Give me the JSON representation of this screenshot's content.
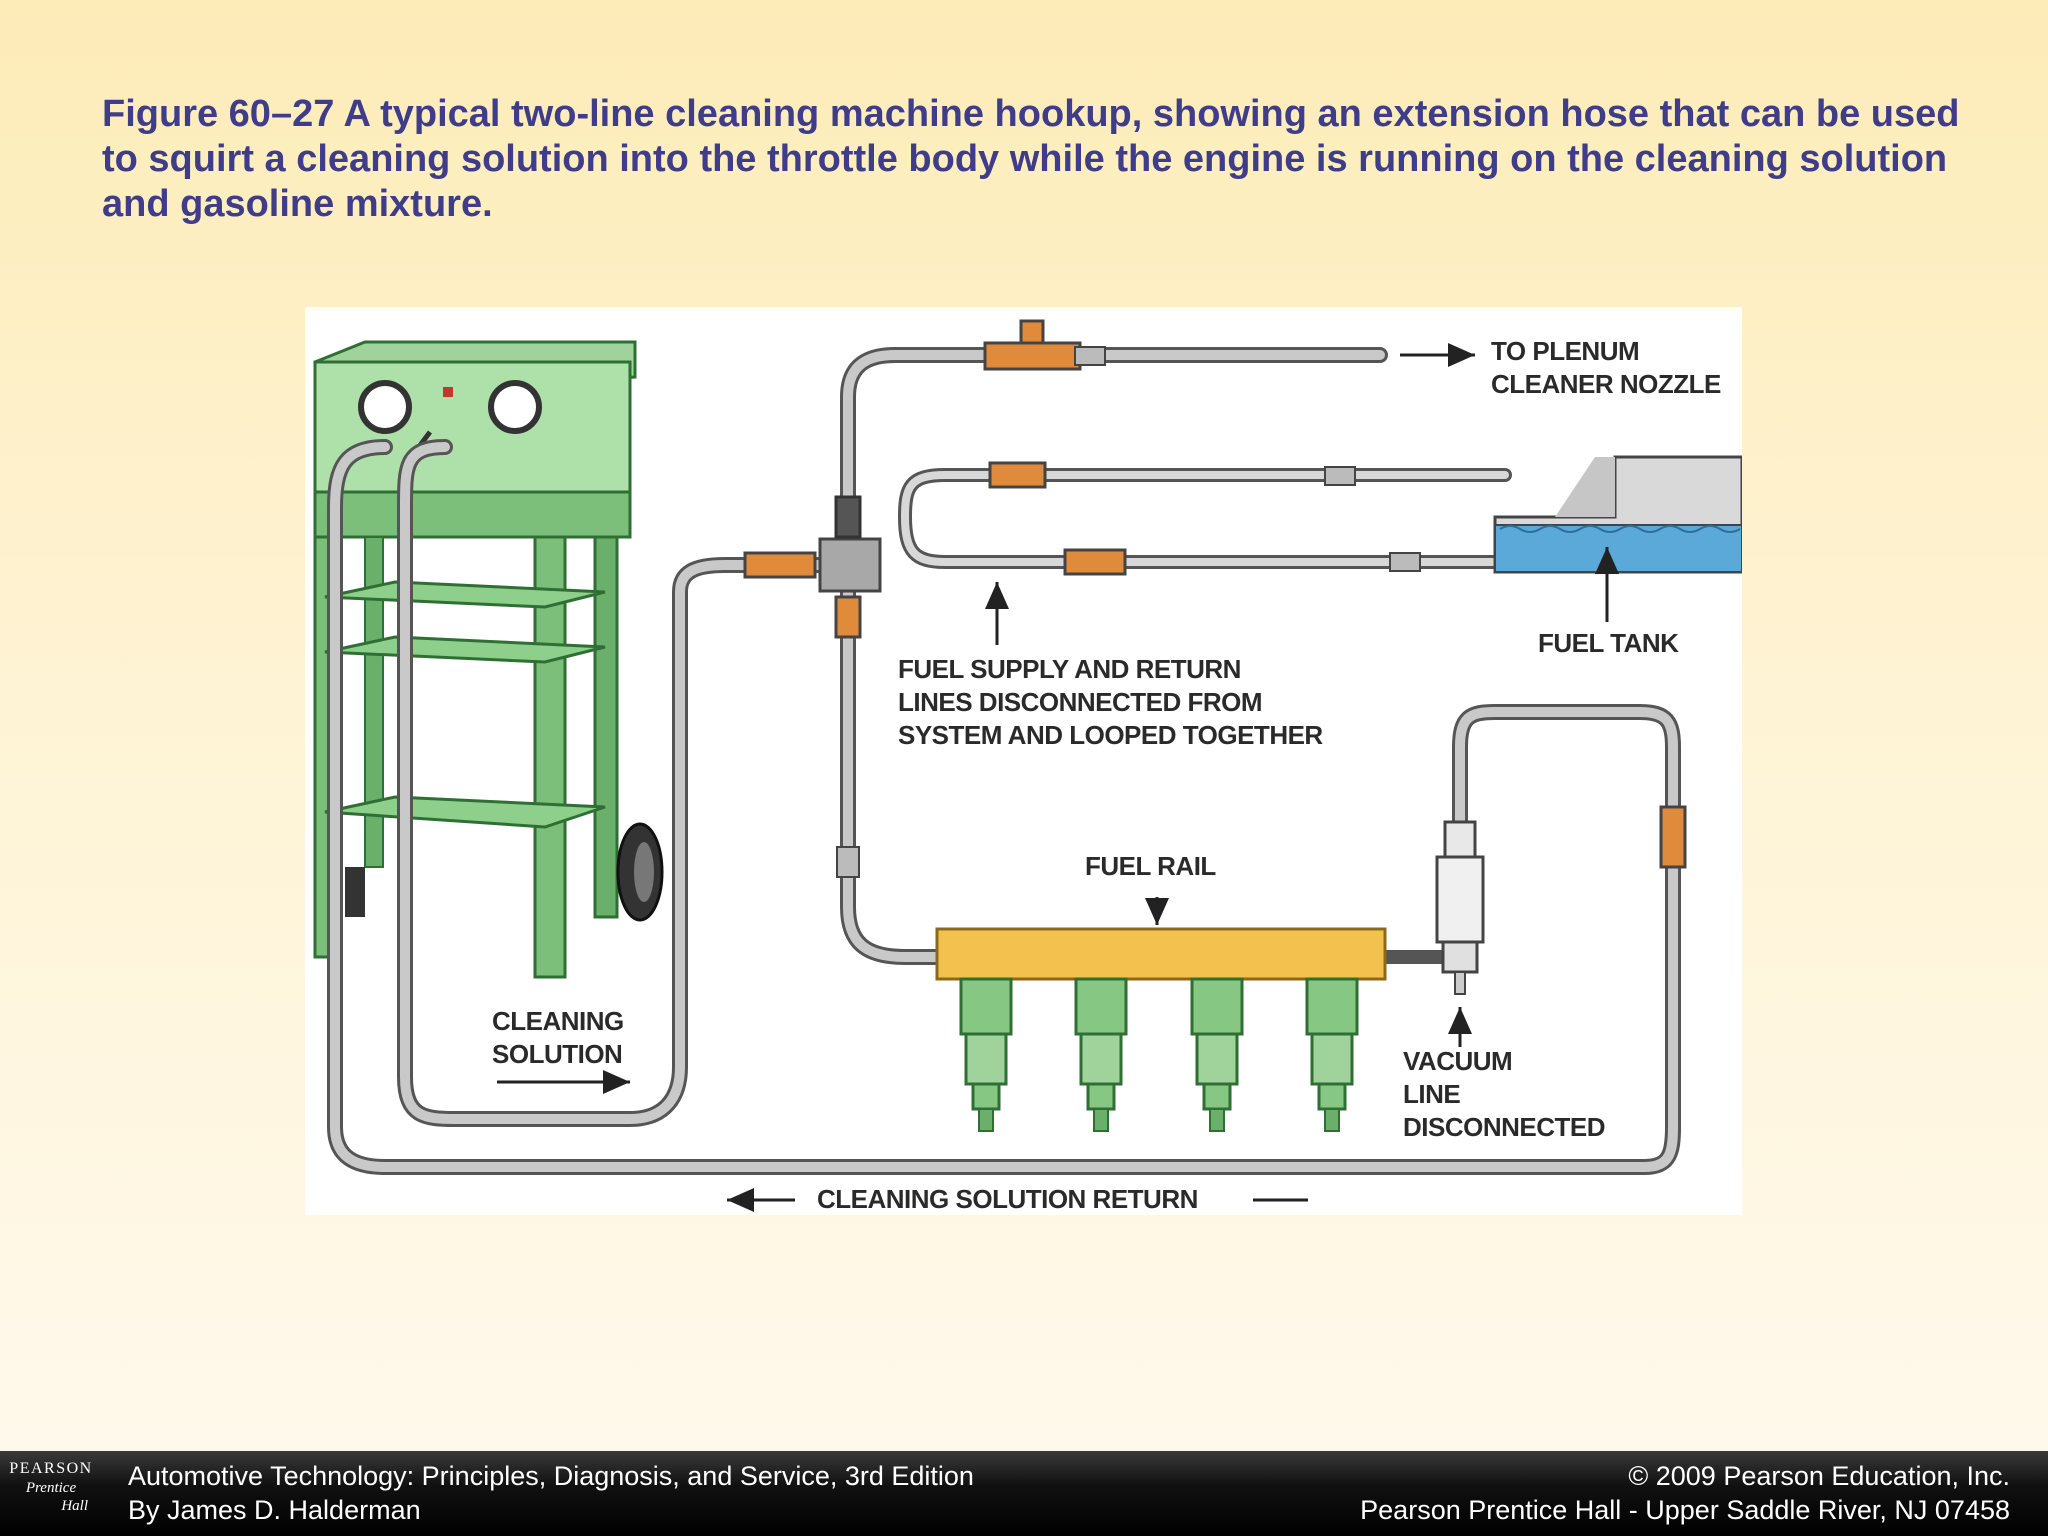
{
  "caption": "Figure 60–27  A typical two-line cleaning machine hookup, showing an extension hose that can be used to squirt a cleaning solution into the throttle body while the engine is running on the cleaning solution and gasoline mixture.",
  "diagram": {
    "labels": {
      "to_plenum": "TO PLENUM\nCLEANER NOZZLE",
      "fuel_tank": "FUEL TANK",
      "fuel_lines": "FUEL SUPPLY AND RETURN\nLINES DISCONNECTED FROM\nSYSTEM AND LOOPED TOGETHER",
      "fuel_rail": "FUEL RAIL",
      "cleaning_solution": "CLEANING\nSOLUTION",
      "vacuum_line": "VACUUM\nLINE\nDISCONNECTED",
      "return": "CLEANING SOLUTION RETURN"
    },
    "colors": {
      "machine": "#7cbf7a",
      "machine_dark": "#3f8a44",
      "hose": "#b8b8b8",
      "fitting": "#e08a3c",
      "rail": "#f2c14e",
      "fuel": "#5aa9d8",
      "injector": "#86c784"
    }
  },
  "footer": {
    "logo": {
      "top": "PEARSON",
      "mid": "Prentice",
      "bot": "Hall"
    },
    "book_title": "Automotive Technology: Principles, Diagnosis, and Service, 3rd Edition",
    "author": "By James D. Halderman",
    "copyright": "© 2009 Pearson Education, Inc.",
    "publisher": "Pearson Prentice Hall - Upper Saddle River, NJ 07458"
  }
}
